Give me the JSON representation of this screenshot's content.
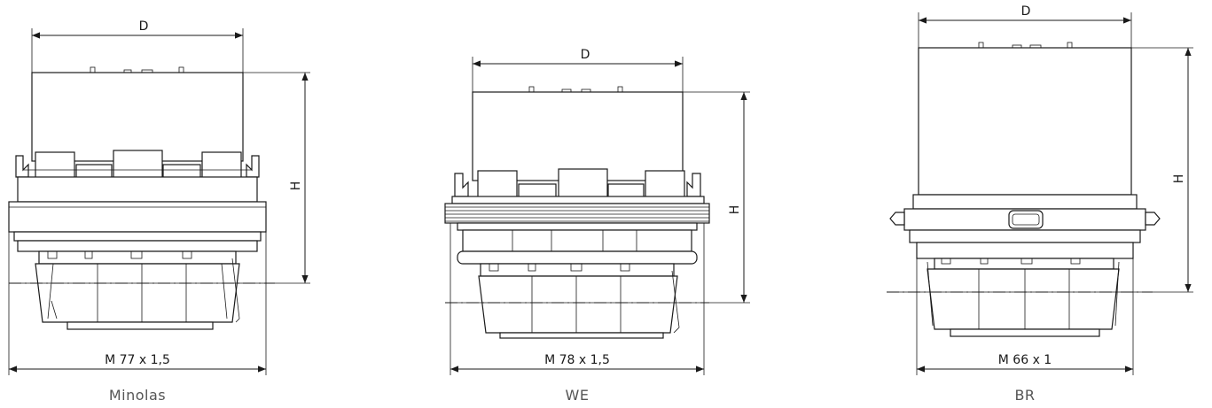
{
  "variants": [
    {
      "id": "minolas",
      "caption": "Minolas",
      "dim_d": "D",
      "dim_h": "H",
      "thread": "M 77 x 1,5"
    },
    {
      "id": "we",
      "caption": "WE",
      "dim_d": "D",
      "dim_h": "H",
      "thread": "M 78 x 1,5"
    },
    {
      "id": "br",
      "caption": "BR",
      "dim_d": "D",
      "dim_h": "H",
      "thread": "M 66 x 1"
    }
  ]
}
